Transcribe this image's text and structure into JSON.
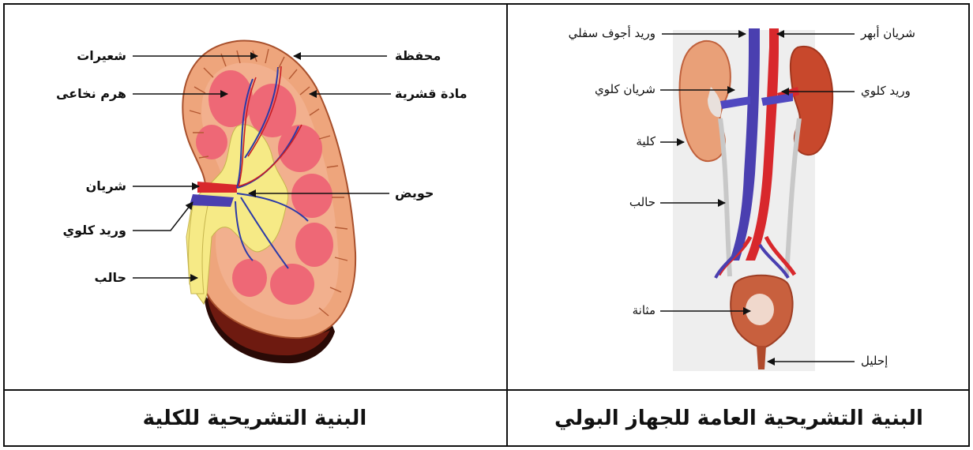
{
  "left_panel": {
    "caption": "البنية التشريحية للكلية",
    "labels": {
      "capillaries": "شعيرات",
      "capsule": "محفظة",
      "medullary_pyramid": "هرم نخاعى",
      "cortex": "مادة قشرية",
      "artery": "شريان",
      "pelvis": "حويض",
      "renal_vein": "وريد كلوي",
      "ureter": "حالب"
    }
  },
  "right_panel": {
    "caption": "البنية التشريحية العامة للجهاز البولي",
    "labels": {
      "inferior_vena_cava": "وريد أجوف سفلي",
      "aorta": "شريان أبهر",
      "renal_artery": "شريان كلوي",
      "renal_vein": "وريد كلوي",
      "kidney": "كلية",
      "ureter": "حالب",
      "bladder": "مثانة",
      "urethra": "إحليل"
    }
  },
  "colors": {
    "artery_red": "#d8282c",
    "vein_blue": "#4a3fb0",
    "kidney_salmon": "#e9a37a",
    "pyramid_pink": "#ef6b78",
    "pelvis_yellow": "#f7ec8a",
    "kidney_dark": "#c24a2e"
  }
}
